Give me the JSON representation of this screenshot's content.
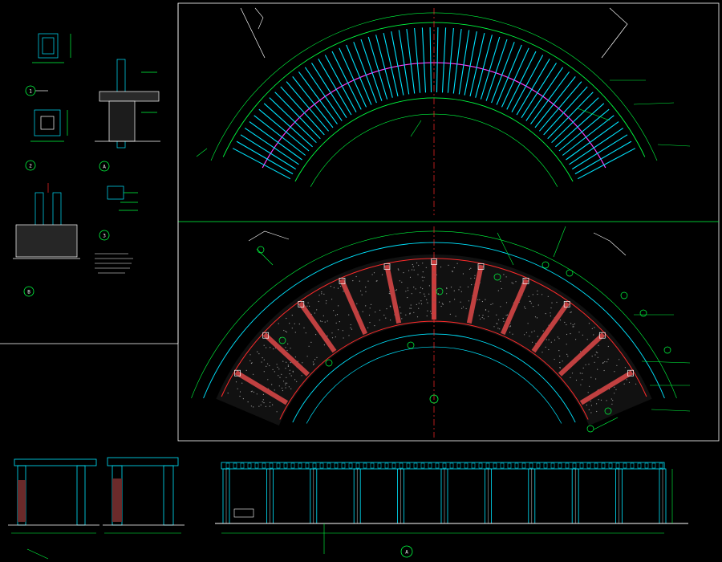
{
  "panels": {
    "detail_1": {
      "label": "1"
    },
    "detail_2": {
      "label": "2"
    },
    "detail_3": {
      "label": "3"
    },
    "section_A": {
      "label": "A"
    },
    "section_B": {
      "label": "B"
    },
    "elev_A": {
      "label": "A"
    }
  },
  "colors": {
    "background": "#000000",
    "frame": "#ffffff",
    "dimension": "#00ff40",
    "beam": "#00e5ff",
    "center_line": "#ff2a2a",
    "magenta": "#ff3cff",
    "hatch": "#9a9a9a",
    "column_fill": "#c04040"
  }
}
